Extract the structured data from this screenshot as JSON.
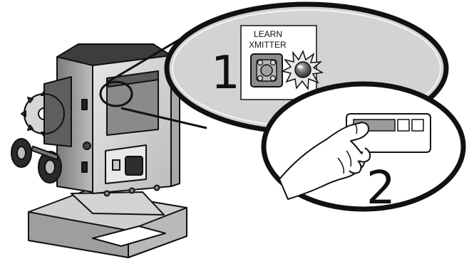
{
  "learn_panel": {
    "line1": "LEARN",
    "line2": "XMITTER"
  },
  "steps": {
    "step1": "1",
    "step2": "2"
  },
  "icons": [
    "gate-operator-machine",
    "learn-button-icon",
    "indicator-led-icon",
    "hand-icon",
    "remote-transmitter-icon"
  ],
  "colors": {
    "outline": "#111111",
    "metal_light": "#d9d9d9",
    "metal_mid": "#9a9a9a",
    "metal_dark": "#4a4a4a",
    "led": "#555555"
  }
}
